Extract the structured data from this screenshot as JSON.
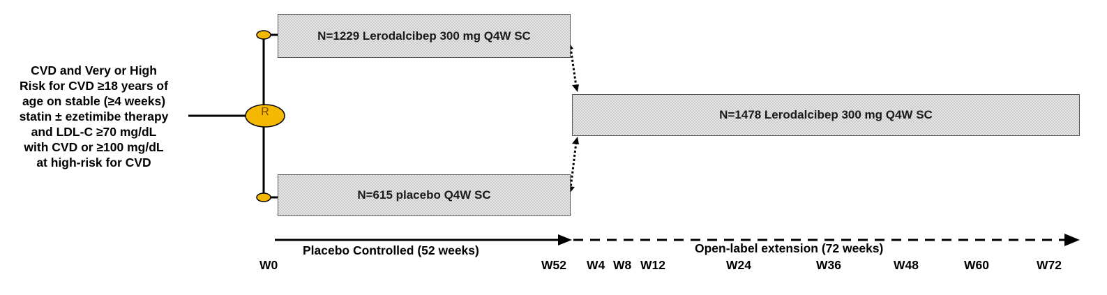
{
  "eligibility": {
    "text": "CVD and Very or High\nRisk for CVD ≥18 years of\nage on stable (≥4 weeks)\nstatin ± ezetimibe therapy\nand LDL-C ≥70 mg/dL\nwith CVD or ≥100 mg/dL\nat high-risk for CVD"
  },
  "randomization": {
    "label": "R",
    "color": "#f5b800"
  },
  "arms": {
    "top": "N=1229 Lerodalcibep 300 mg Q4W SC",
    "bottom": "N=615 placebo Q4W SC",
    "extension": "N=1478 Lerodalcibep 300 mg Q4W SC"
  },
  "phases": {
    "placebo_controlled": "Placebo Controlled (52 weeks)",
    "open_label": "Open-label extension (72 weeks)"
  },
  "weeks": [
    "W0",
    "W52",
    "W4",
    "W8",
    "W12",
    "W24",
    "W36",
    "W48",
    "W60",
    "W72"
  ]
}
